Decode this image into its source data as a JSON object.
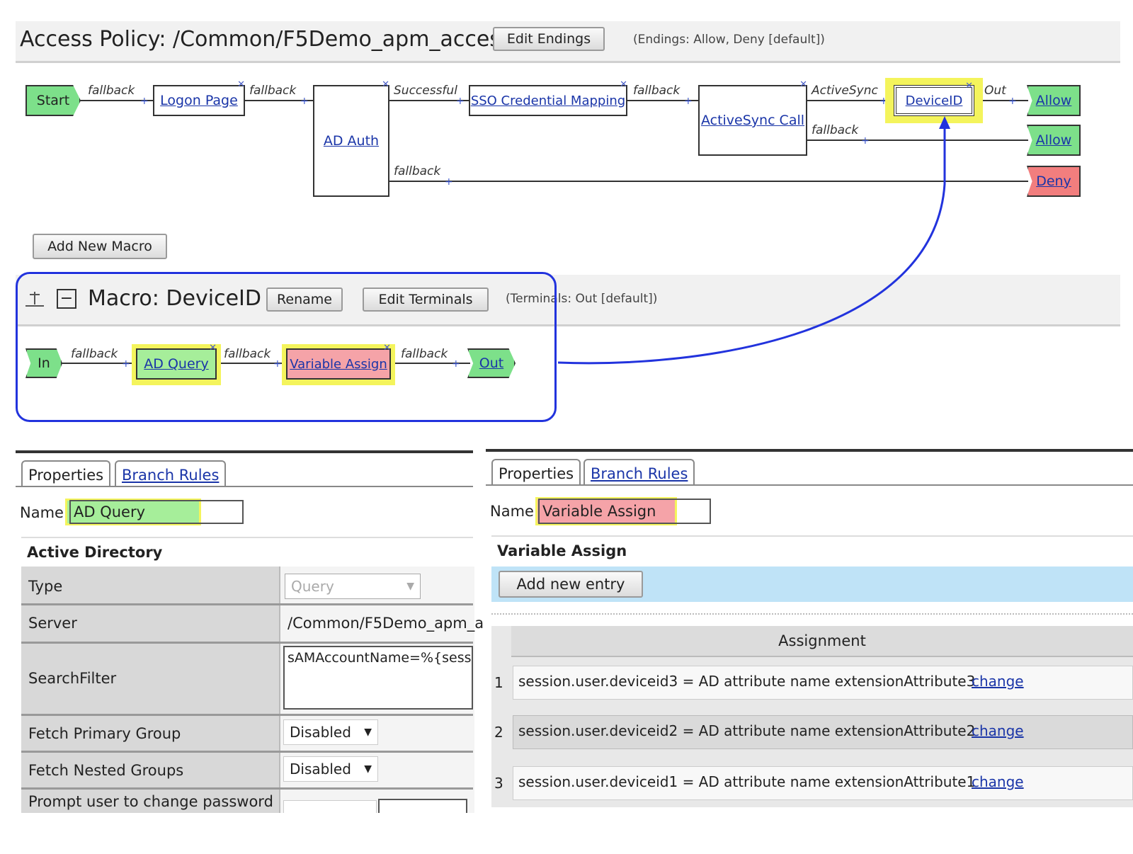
{
  "policy": {
    "title": "Access Policy: /Common/F5Demo_apm_access",
    "edit_endings": "Edit Endings",
    "endings_note": "(Endings: Allow, Deny [default])"
  },
  "flow": {
    "start": "Start",
    "fallback": "fallback",
    "logon_page": "Logon Page",
    "ad_auth": "AD Auth",
    "successful": "Successful",
    "sso_mapping": "SSO Credential Mapping",
    "activesync_call": "ActiveSync Call",
    "activesync": "ActiveSync",
    "device_id": "DeviceID",
    "out": "Out",
    "allow": "Allow",
    "deny": "Deny"
  },
  "add_macro": "Add New Macro",
  "macro": {
    "title": "Macro: DeviceID",
    "rename": "Rename",
    "edit_terminals": "Edit Terminals",
    "terminals_note": "(Terminals: Out [default])",
    "in": "In",
    "ad_query": "AD Query",
    "variable_assign": "Variable Assign",
    "out": "Out"
  },
  "left_panel": {
    "tab_properties": "Properties",
    "tab_branch_rules": "Branch Rules",
    "name_label": "Name:",
    "name_value": "AD Query",
    "section": "Active Directory",
    "rows": {
      "type_label": "Type",
      "type_value": "Query",
      "server_label": "Server",
      "server_value": "/Common/F5Demo_apm_a",
      "filter_label": "SearchFilter",
      "filter_value": "sAMAccountName=%{sess",
      "primary_label": "Fetch Primary Group",
      "primary_value": "Disabled",
      "nested_label": "Fetch Nested Groups",
      "nested_value": "Disabled",
      "prompt_label": "Prompt user to change password"
    }
  },
  "right_panel": {
    "tab_properties": "Properties",
    "tab_branch_rules": "Branch Rules",
    "name_label": "Name:",
    "name_value": "Variable Assign",
    "section": "Variable Assign",
    "add_entry": "Add new entry",
    "col_header": "Assignment",
    "rows": [
      {
        "num": "1",
        "text": "session.user.deviceid3 = AD attribute name extensionAttribute3",
        "action": "change"
      },
      {
        "num": "2",
        "text": "session.user.deviceid2 = AD attribute name extensionAttribute2",
        "action": "change"
      },
      {
        "num": "3",
        "text": "session.user.deviceid1 = AD attribute name extensionAttribute1",
        "action": "change"
      }
    ]
  },
  "colors": {
    "terminal_green": "#7de08a",
    "terminal_red": "#f27e7e",
    "highlight_yellow": "#f4f45c",
    "highlight_green": "#a6ee9a",
    "highlight_pink": "#f5a3a8",
    "link_blue": "#1a35a8",
    "macro_outline": "#2233dd"
  }
}
